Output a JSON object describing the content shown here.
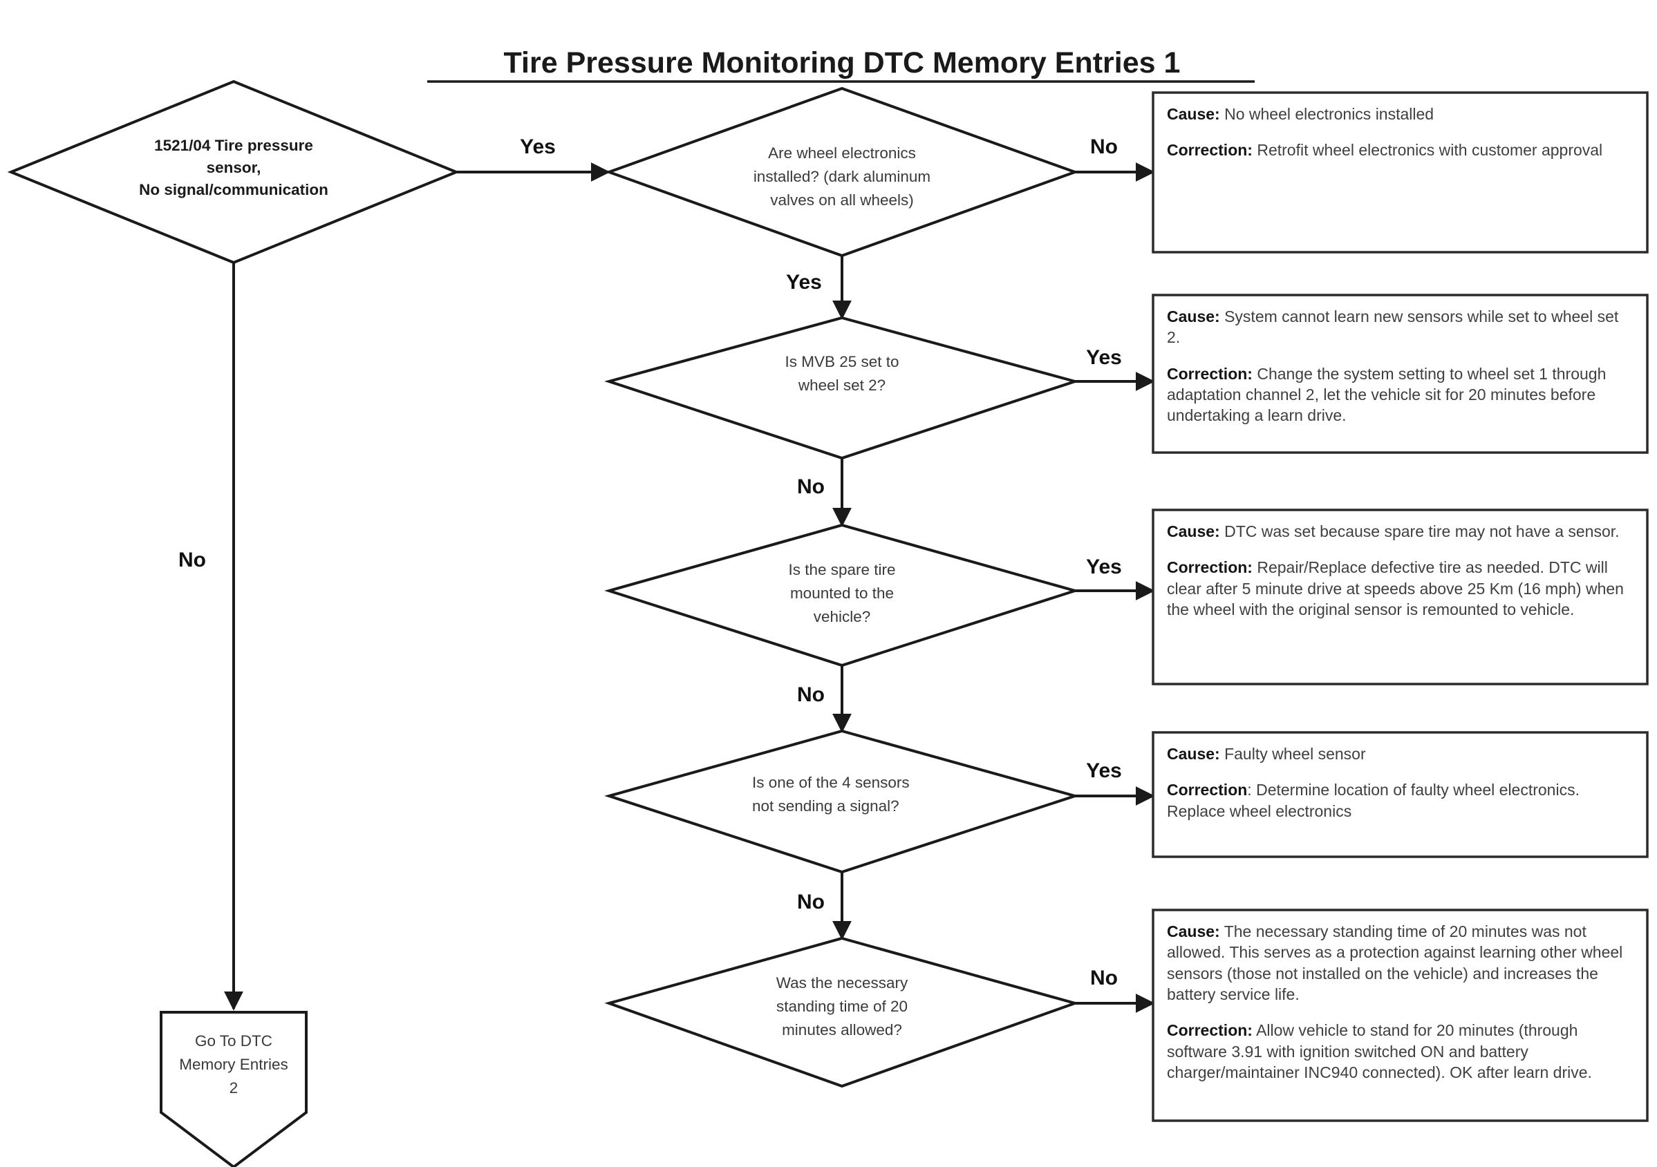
{
  "title": "Tire Pressure Monitoring DTC Memory Entries 1",
  "nodes": {
    "start": {
      "name": "dtc-start-node",
      "lines": [
        "1521/04 Tire pressure",
        "sensor,",
        "No signal/communication"
      ]
    },
    "q1": {
      "name": "question-wheel-electronics",
      "lines": [
        "Are wheel electronics",
        "installed? (dark aluminum",
        "valves on all wheels)"
      ]
    },
    "q2": {
      "name": "question-mvb-25",
      "lines": [
        "Is MVB 25 set to",
        "wheel set 2?"
      ]
    },
    "q3": {
      "name": "question-spare-tire",
      "lines": [
        "Is the spare tire",
        "mounted to the",
        "vehicle?"
      ]
    },
    "q4": {
      "name": "question-sensor-signal",
      "lines": [
        "Is one of the 4 sensors",
        "not sending a signal?"
      ]
    },
    "q5": {
      "name": "question-standing-time",
      "lines": [
        "Was the necessary",
        "standing time of 20",
        "minutes allowed?"
      ]
    },
    "terminal": {
      "name": "goto-dtc-memory-entries-2",
      "lines": [
        "Go To DTC",
        "Memory Entries",
        "2"
      ]
    }
  },
  "edges": {
    "start_yes": "Yes",
    "start_no": "No",
    "q1_no": "No",
    "q1_yes": "Yes",
    "q2_yes": "Yes",
    "q2_no": "No",
    "q3_yes": "Yes",
    "q3_no": "No",
    "q4_yes": "Yes",
    "q4_no": "No",
    "q5_no": "No"
  },
  "labels": {
    "cause": "Cause:",
    "correction": "Correction:",
    "correction_alt": "Correction"
  },
  "boxes": [
    {
      "id": "box-no-wheel-electronics",
      "cause": "No wheel electronics installed",
      "correction": "Retrofit wheel electronics with customer approval",
      "correction_label": "Correction:"
    },
    {
      "id": "box-wheel-set-2",
      "cause": "System cannot learn new sensors while set to wheel set 2.",
      "correction": "Change the system setting to wheel set 1 through adaptation channel 2, let the vehicle sit for 20 minutes before undertaking a learn drive.",
      "correction_label": "Correction:"
    },
    {
      "id": "box-spare-tire",
      "cause": "DTC was set because spare tire may not have a sensor.",
      "correction": "Repair/Replace defective tire as needed. DTC will clear after 5 minute drive at speeds above 25 Km (16 mph) when the wheel with the original sensor is remounted to vehicle.",
      "correction_label": "Correction:"
    },
    {
      "id": "box-faulty-wheel-sensor",
      "cause": "Faulty wheel sensor",
      "correction": "Determine location of faulty wheel electronics. Replace wheel electronics",
      "correction_label": "Correction"
    },
    {
      "id": "box-standing-time",
      "cause": "The necessary standing time of 20 minutes was not allowed. This serves as a protection against learning other wheel sensors (those not installed on the vehicle) and increases the battery service life.",
      "correction": "Allow vehicle to stand for 20 minutes (through software 3.91 with ignition switched ON and battery charger/maintainer INC940 connected). OK after learn drive.",
      "correction_label": "Correction:"
    }
  ],
  "colors": {
    "stroke": "#1a1a1a",
    "background": "#ffffff",
    "text": "#3a3a3a",
    "heading": "#151515"
  }
}
